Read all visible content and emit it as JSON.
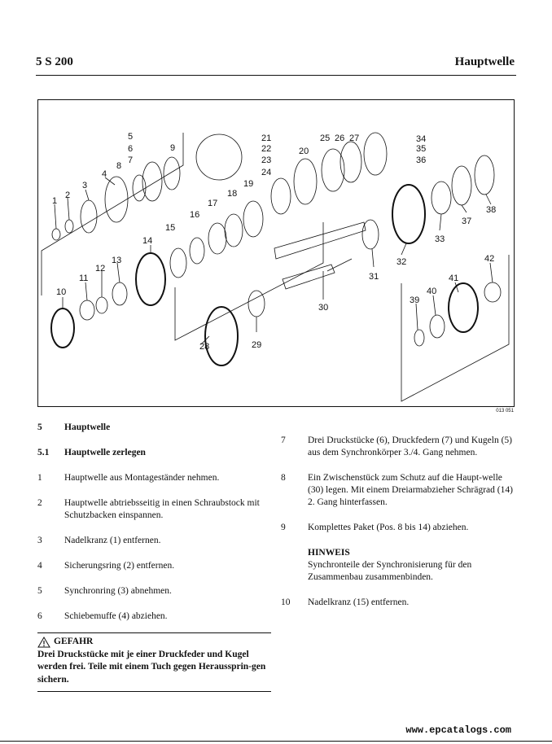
{
  "header": {
    "left": "5 S 200",
    "right": "Hauptwelle"
  },
  "figure": {
    "ref": "013 051",
    "labels": [
      "1",
      "2",
      "3",
      "4",
      "5",
      "6",
      "7",
      "8",
      "9",
      "10",
      "11",
      "12",
      "13",
      "14",
      "15",
      "16",
      "17",
      "18",
      "19",
      "20",
      "21",
      "22",
      "23",
      "24",
      "25",
      "26",
      "27",
      "28",
      "29",
      "30",
      "31",
      "32",
      "33",
      "34",
      "35",
      "36",
      "37",
      "38",
      "39",
      "40",
      "41",
      "42"
    ]
  },
  "section": {
    "num": "5",
    "title": "Hauptwelle"
  },
  "subsection": {
    "num": "5.1",
    "title": "Hauptwelle zerlegen"
  },
  "steps_left": [
    {
      "num": "1",
      "text": "Hauptwelle aus Montageständer nehmen."
    },
    {
      "num": "2",
      "text": "Hauptwelle abtriebsseitig in einen Schraubstock mit Schutzbacken einspannen."
    },
    {
      "num": "3",
      "text": "Nadelkranz (1) entfernen."
    },
    {
      "num": "4",
      "text": "Sicherungsring (2) entfernen."
    },
    {
      "num": "5",
      "text": "Synchronring (3) abnehmen."
    },
    {
      "num": "6",
      "text": "Schiebemuffe (4) abziehen."
    }
  ],
  "warning": {
    "icon": "warning-triangle-icon",
    "title": "GEFAHR",
    "text": "Drei Druckstücke mit je einer Druckfeder und Kugel werden frei. Teile mit einem Tuch gegen Heraussprin-gen sichern."
  },
  "steps_right": [
    {
      "num": "7",
      "text": "Drei Druckstücke (6), Druckfedern (7) und Kugeln (5) aus dem Synchronkörper 3./4. Gang nehmen."
    },
    {
      "num": "8",
      "text": "Ein Zwischenstück zum Schutz auf die Haupt-welle (30) legen. Mit einem Dreiarmabzieher Schrägrad (14) 2. Gang hinterfassen."
    },
    {
      "num": "9",
      "text": "Komplettes Paket (Pos. 8 bis 14) abziehen."
    }
  ],
  "note": {
    "title": "HINWEIS",
    "text": "Synchronteile der Synchronisierung für den Zusammenbau zusammenbinden."
  },
  "step_10": {
    "num": "10",
    "text": "Nadelkranz (15) entfernen."
  },
  "footer": {
    "url": "www.epcatalogs.com"
  }
}
